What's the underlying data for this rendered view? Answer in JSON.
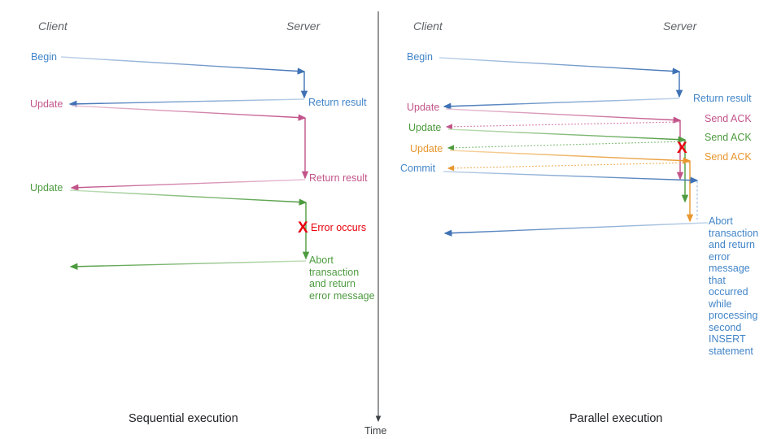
{
  "diagram": {
    "title_left": "Sequential execution",
    "title_right": "Parallel execution",
    "time_axis_label": "Time",
    "colors": {
      "blue": "#4285c8",
      "pink": "#c2548a",
      "green": "#4d9b3f",
      "orange": "#e8962e",
      "red": "#e8000d",
      "gray": "#5f6368",
      "axis": "#3c4043"
    }
  },
  "left_panel": {
    "actors": {
      "client": "Client",
      "server": "Server"
    },
    "client_labels": [
      {
        "text": "Begin",
        "color": "blue"
      },
      {
        "text": "Update",
        "color": "pink"
      },
      {
        "text": "Update",
        "color": "green"
      }
    ],
    "server_labels": [
      {
        "text": "Return result",
        "color": "blue"
      },
      {
        "text": "Return result",
        "color": "pink"
      },
      {
        "text": "Error occurs",
        "color": "red"
      },
      {
        "text": "Abort transaction and return error message",
        "color": "green"
      }
    ],
    "error_marker": "X"
  },
  "right_panel": {
    "actors": {
      "client": "Client",
      "server": "Server"
    },
    "client_labels": [
      {
        "text": "Begin",
        "color": "blue"
      },
      {
        "text": "Update",
        "color": "pink"
      },
      {
        "text": "Update",
        "color": "green"
      },
      {
        "text": "Update",
        "color": "orange"
      },
      {
        "text": "Commit",
        "color": "blue"
      }
    ],
    "server_labels": [
      {
        "text": "Return result",
        "color": "blue"
      },
      {
        "text": "Send ACK",
        "color": "pink"
      },
      {
        "text": "Send ACK",
        "color": "green"
      },
      {
        "text": "Send ACK",
        "color": "orange"
      },
      {
        "text": "Abort transaction and return error message that occurred while processing second INSERT statement",
        "color": "blue"
      }
    ],
    "error_marker": "X"
  }
}
